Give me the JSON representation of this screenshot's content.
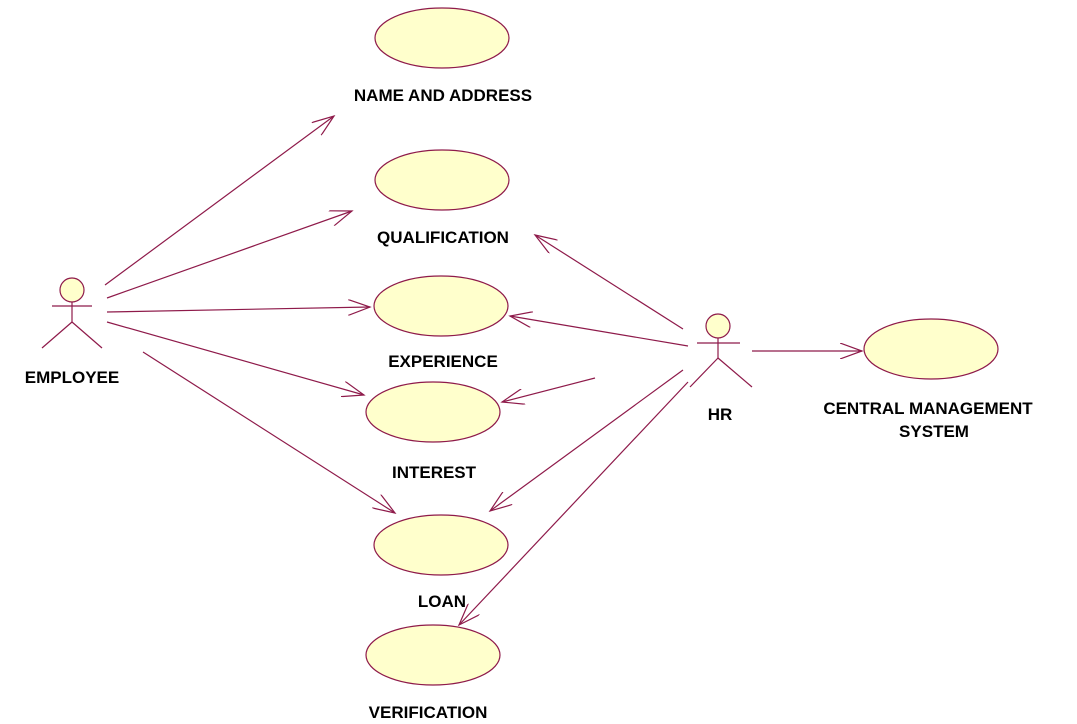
{
  "colors": {
    "line": "#8e1a4a",
    "usecase_fill": "#ffffcc",
    "usecase_stroke": "#8e1a4a",
    "text": "#000000"
  },
  "actors": {
    "employee": {
      "label": "EMPLOYEE"
    },
    "hr": {
      "label": "HR"
    }
  },
  "use_cases": {
    "name_and_address": {
      "label": "NAME AND ADDRESS"
    },
    "qualification": {
      "label": "QUALIFICATION"
    },
    "experience": {
      "label": "EXPERIENCE"
    },
    "interest": {
      "label": "INTEREST"
    },
    "loan": {
      "label": "LOAN"
    },
    "verification": {
      "label": "VERIFICATION"
    },
    "central_management_system": {
      "label_line1": "CENTRAL MANAGEMENT",
      "label_line2": "SYSTEM"
    }
  },
  "associations": [
    {
      "from": "EMPLOYEE",
      "to": "NAME AND ADDRESS"
    },
    {
      "from": "EMPLOYEE",
      "to": "QUALIFICATION"
    },
    {
      "from": "EMPLOYEE",
      "to": "EXPERIENCE"
    },
    {
      "from": "EMPLOYEE",
      "to": "INTEREST"
    },
    {
      "from": "EMPLOYEE",
      "to": "LOAN"
    },
    {
      "from": "HR",
      "to": "QUALIFICATION"
    },
    {
      "from": "HR",
      "to": "EXPERIENCE"
    },
    {
      "from": "HR",
      "to": "INTEREST"
    },
    {
      "from": "HR",
      "to": "LOAN"
    },
    {
      "from": "HR",
      "to": "VERIFICATION"
    },
    {
      "from": "HR",
      "to": "CENTRAL MANAGEMENT SYSTEM"
    }
  ]
}
